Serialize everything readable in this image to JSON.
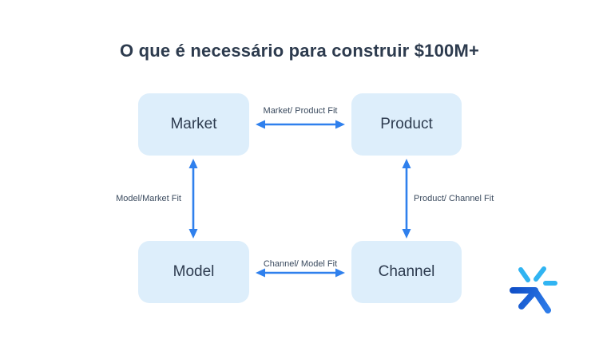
{
  "title": "O que é necessário para construir $100M+",
  "diagram": {
    "boxes": [
      {
        "id": "market",
        "label": "Market"
      },
      {
        "id": "product",
        "label": "Product"
      },
      {
        "id": "model",
        "label": "Model"
      },
      {
        "id": "channel",
        "label": "Channel"
      }
    ],
    "relations": [
      {
        "from": "market",
        "to": "product",
        "direction": "horizontal",
        "label": "Market/ Product Fit"
      },
      {
        "from": "model",
        "to": "market",
        "direction": "vertical",
        "label": "Model/Market Fit"
      },
      {
        "from": "product",
        "to": "channel",
        "direction": "vertical",
        "label": "Product/ Channel Fit"
      },
      {
        "from": "channel",
        "to": "model",
        "direction": "horizontal",
        "label": "Channel/ Model Fit"
      }
    ]
  },
  "logo": {
    "icon": "asterisk-spark-logo"
  },
  "colors": {
    "background": "#ffffff",
    "title_text": "#2d3b4e",
    "box_fill": "#ddeefb",
    "box_text": "#2e3c50",
    "arrow": "#2f80ed",
    "label_text": "#3a4a5e",
    "logo_dark": "#1150c8",
    "logo_dark2": "#2e7ce9",
    "logo_cyan": "#30b4f2"
  }
}
